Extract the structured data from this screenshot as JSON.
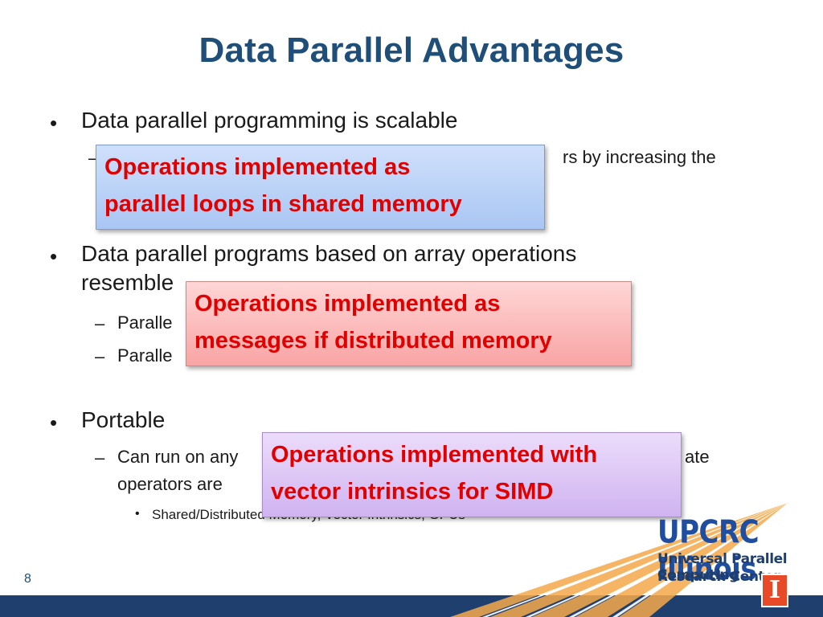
{
  "slide": {
    "title": "Data Parallel Advantages",
    "bullets": [
      {
        "text": "Data parallel programming is scalable",
        "level": 1
      },
      {
        "text": "rs by increasing the",
        "level": 2
      },
      {
        "text": "Data parallel programs based on array operations",
        "level": 1
      },
      {
        "text": "resemble",
        "level": 1
      },
      {
        "text": "Paralle",
        "level": 2
      },
      {
        "text": "Paralle",
        "level": 2
      },
      {
        "text": "Portable",
        "level": 1
      },
      {
        "text": "Can run on any",
        "level": 2
      },
      {
        "text": "ate",
        "level": 2
      },
      {
        "text": "operators are",
        "level": 2
      },
      {
        "text": "Shared/Distributed Memory, Vector Intrinsics, GPUs",
        "level": 3
      }
    ],
    "bullet_glyphs": {
      "level1": "•",
      "level2": "–",
      "level3": "•"
    },
    "callouts": [
      {
        "line1": "Operations implemented as",
        "line2": "parallel loops in shared memory",
        "color": "#b8d0f6"
      },
      {
        "line1": "Operations implemented as",
        "line2": "messages if distributed memory",
        "color": "#fbb8b8"
      },
      {
        "line1": "Operations implemented with",
        "line2": "vector intrinsics for SIMD",
        "color": "#dcc6f6"
      }
    ],
    "page_number": "8"
  },
  "logo": {
    "name": "UPCRC Illinois",
    "line1": "Universal Parallel Computing",
    "line2": "Research Center",
    "seal_icon": "illinois-block-i-icon",
    "seal_letter": "I"
  },
  "colors": {
    "title": "#1f4e79",
    "callout_text": "#e00000",
    "footer_bar": "#1f3f6f",
    "rays": "#f5a94a",
    "seal": "#e84a27"
  }
}
